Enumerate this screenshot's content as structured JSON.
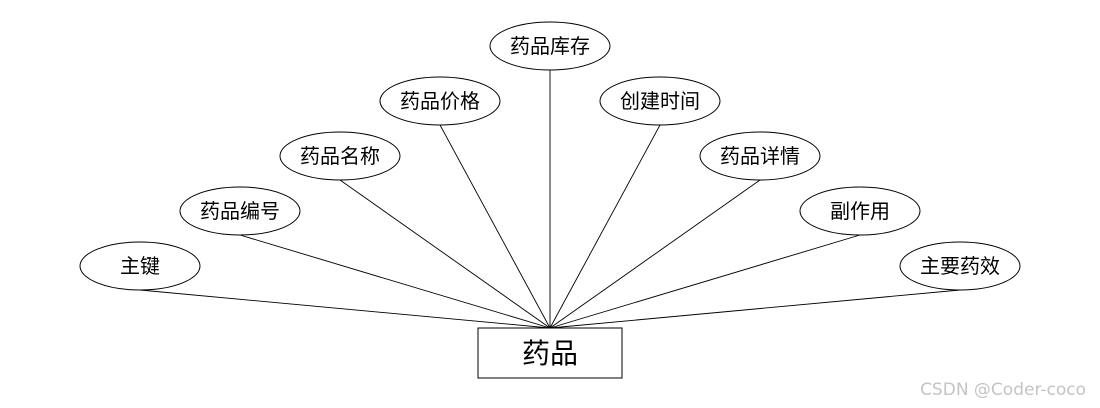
{
  "diagram": {
    "entity": {
      "label": "药品"
    },
    "attributes": [
      {
        "label": "主键"
      },
      {
        "label": "药品编号"
      },
      {
        "label": "药品名称"
      },
      {
        "label": "药品价格"
      },
      {
        "label": "药品库存"
      },
      {
        "label": "创建时间"
      },
      {
        "label": "药品详情"
      },
      {
        "label": "副作用"
      },
      {
        "label": "主要药效"
      }
    ]
  },
  "watermark": "CSDN @Coder-coco"
}
